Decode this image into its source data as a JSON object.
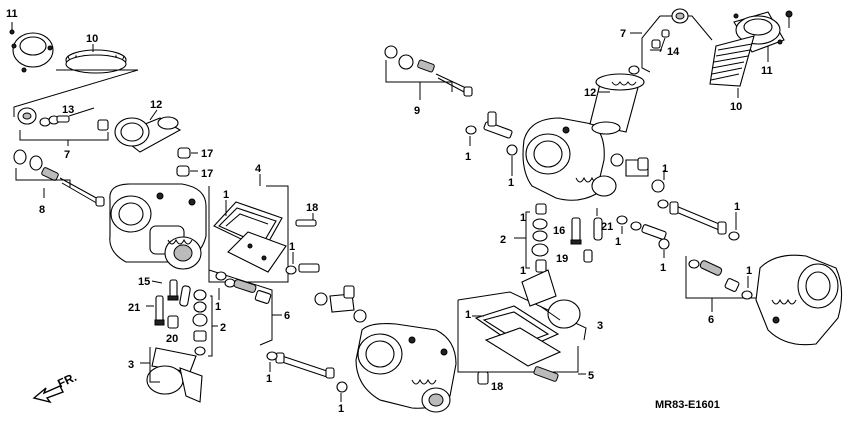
{
  "diagram": {
    "code": "MR83-E1601",
    "direction_label": "FR.",
    "callouts": [
      "11",
      "10",
      "13",
      "12",
      "7",
      "17",
      "17",
      "8",
      "4",
      "18",
      "1",
      "1",
      "15",
      "21",
      "1",
      "6",
      "2",
      "20",
      "3",
      "9",
      "1",
      "1",
      "12",
      "7",
      "14",
      "11",
      "10",
      "1",
      "1",
      "2",
      "16",
      "21",
      "1",
      "19",
      "1",
      "1",
      "1",
      "1",
      "6",
      "3",
      "1",
      "5",
      "18",
      "1",
      "1"
    ]
  }
}
